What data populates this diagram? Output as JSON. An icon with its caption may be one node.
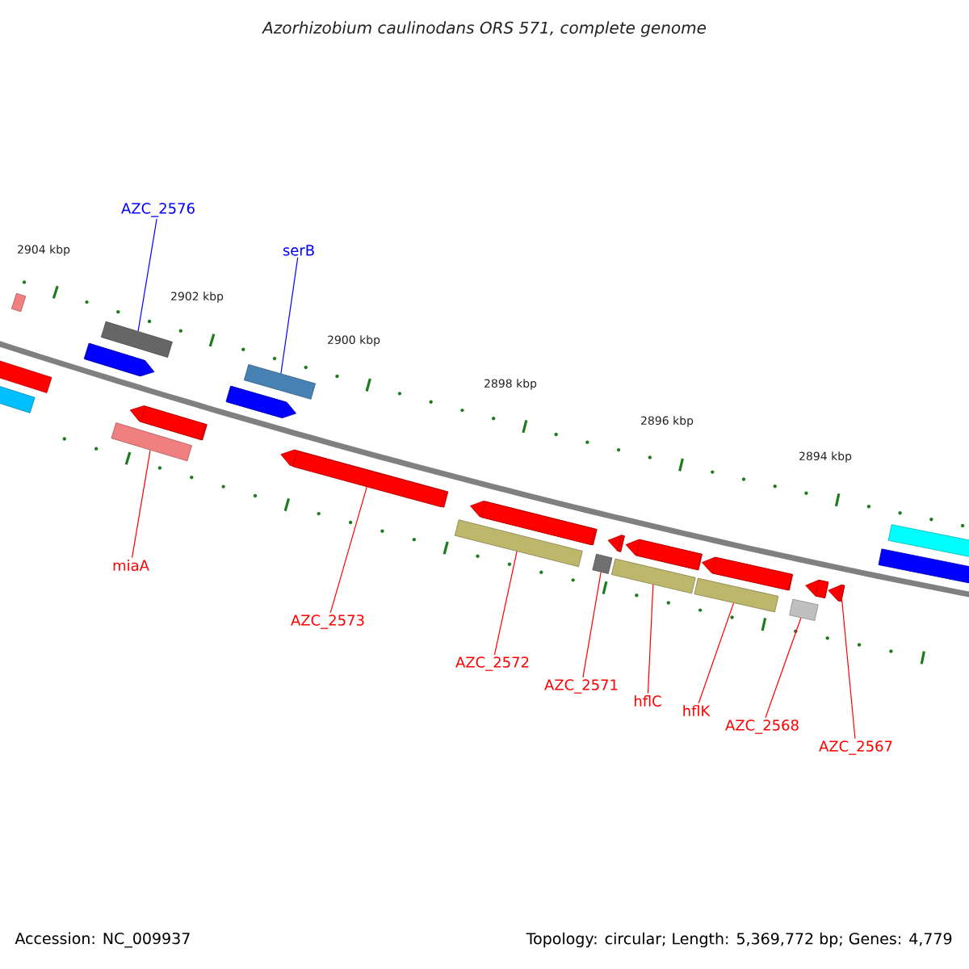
{
  "diagram": {
    "title": "Azorhizobium caulinodans ORS 571, complete genome",
    "nodes": [
      {
        "text": [
          "AZC_2576"
        ]
      },
      {
        "text": [
          "serB"
        ]
      },
      {
        "text": [
          "miaA"
        ]
      },
      {
        "text": [
          "AZC_2573"
        ]
      },
      {
        "text": [
          "AZC_2572"
        ]
      },
      {
        "text": [
          "AZC_2571"
        ]
      },
      {
        "text": [
          "hflC"
        ]
      },
      {
        "text": [
          "hflK"
        ]
      },
      {
        "text": [
          "AZC_2568"
        ]
      },
      {
        "text": [
          "AZC_2567"
        ]
      },
      {
        "text": [],
        "shape": "bar"
      },
      {
        "text": [],
        "shape": "bar"
      },
      {
        "text": [],
        "shape": "bar"
      },
      {
        "text": [],
        "shape": "bar"
      },
      {
        "text": [],
        "shape": "bar"
      },
      {
        "text": [],
        "shape": "bar"
      },
      {
        "text": [],
        "shape": "bar"
      },
      {
        "text": [],
        "shape": "bar"
      },
      {
        "text": [],
        "shape": "bar"
      },
      {
        "text": [],
        "shape": "bar"
      },
      {
        "text": [],
        "shape": "bar"
      },
      {
        "text": [],
        "shape": "bar"
      },
      {
        "text": [],
        "shape": "bar"
      },
      {
        "text": [],
        "shape": "bar"
      },
      {
        "text": [],
        "shape": "bar"
      },
      {
        "text": [],
        "shape": "bar"
      },
      {
        "text": [],
        "shape": "bar"
      },
      {
        "text": [],
        "shape": "bar"
      },
      {
        "text": [],
        "shape": "bar"
      },
      {
        "text": [],
        "shape": "bar"
      },
      {
        "text": [],
        "shape": "bar"
      },
      {
        "text": [],
        "shape": "bar"
      },
      {
        "text": [],
        "shape": "bar"
      }
    ],
    "edges": [
      {
        "from": 0,
        "to": 10,
        "arrow": "none",
        "color": "#0000ff"
      },
      {
        "from": 1,
        "to": 11,
        "arrow": "none",
        "color": "#0000ff"
      },
      {
        "from": 2,
        "to": 12,
        "arrow": "none"
      },
      {
        "from": 3,
        "to": 13,
        "arrow": "none"
      },
      {
        "from": 4,
        "to": 14,
        "arrow": "none"
      },
      {
        "from": 5,
        "to": 15,
        "arrow": "none"
      },
      {
        "from": 6,
        "to": 16,
        "arrow": "none"
      },
      {
        "from": 7,
        "to": 17,
        "arrow": "none"
      },
      {
        "from": 8,
        "to": 18,
        "arrow": "none"
      },
      {
        "from": 9,
        "to": 19,
        "arrow": "none"
      }
    ],
    "labels": [
      "2904 kbp",
      "2902 kbp",
      "2900 kbp",
      "2898 kbp",
      "2896 kbp",
      "2894 kbp",
      "Accession: NC_009937",
      "Topology: circular; Length: 5,369,772 bp; Genes: 4,779"
    ]
  }
}
